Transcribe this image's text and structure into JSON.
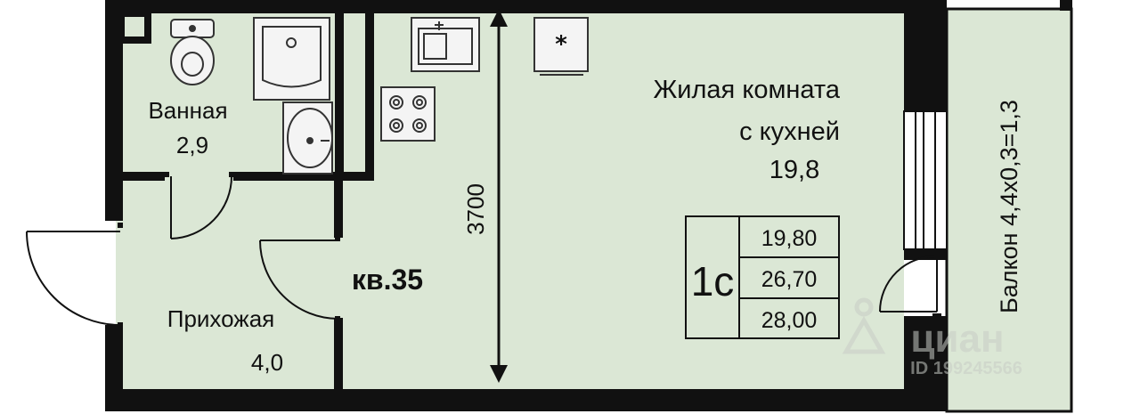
{
  "colors": {
    "floor": "#dbe7d5",
    "wall": "#111111",
    "fixture_stroke": "#333333",
    "fixture_fill": "#f4f4f4",
    "watermark": "#c8ccc6"
  },
  "rooms": {
    "bathroom": {
      "name": "Ванная",
      "area": "2,9"
    },
    "hall": {
      "name": "Прихожая",
      "area": "4,0"
    },
    "living": {
      "name_line1": "Жилая комната",
      "name_line2": "с кухней",
      "area": "19,8"
    },
    "balcony": {
      "label": "Балкон 4,4х0,3=1,3"
    }
  },
  "apartment_label": "кв.35",
  "dimension_label": "3700",
  "summary": {
    "type": "1с",
    "living_area": "19,80",
    "total_area": "26,70",
    "total_with_balcony": "28,00"
  },
  "watermark": {
    "brand": "циан",
    "id": "ID 199245566"
  },
  "icons": [
    "toilet-icon",
    "bathtub-icon",
    "sink-icon",
    "kitchen-sink-icon",
    "stove-icon",
    "fridge-icon"
  ]
}
